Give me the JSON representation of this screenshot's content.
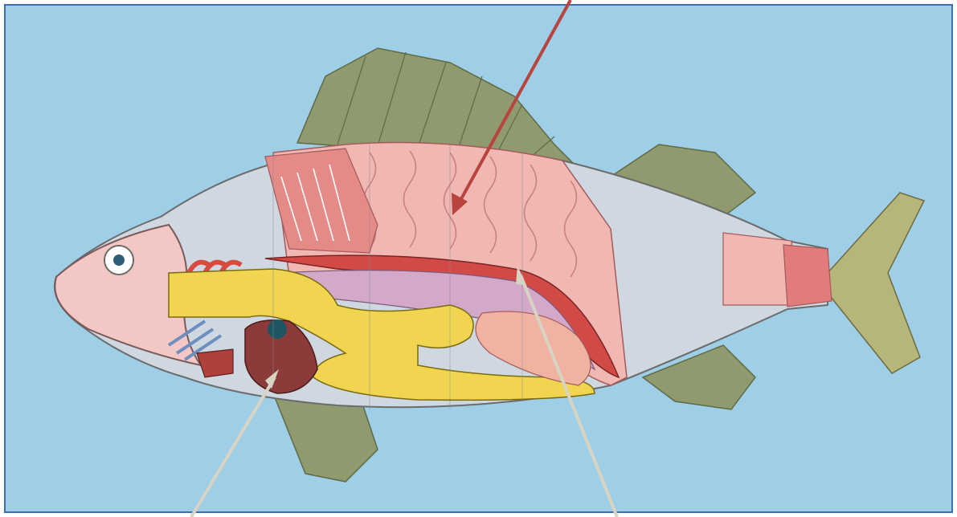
{
  "colors": {
    "background": "#9fcfe6",
    "frame_border": "#3a6fb0",
    "outer_white": "#ffffff",
    "red_arrow": "#b8433f",
    "grey_arrows": "#d8d4c4",
    "fin": "#8f9a6e",
    "scales": "#cfd8e0",
    "muscle": "#f0b7b3",
    "muscle_lines": "#c77f7f",
    "intestine": "#f1d44f",
    "kidney_band": "#d24a45",
    "swim_bladder": "#d3a8c8",
    "liver": "#8c3b3b",
    "gonad": "#f1b3a1",
    "head": "#f2c7c4",
    "gills": "#d84a3d",
    "eye": "#ffffff"
  },
  "labels": {
    "count": 3,
    "items": [
      {
        "id": "muscles",
        "arrow_color": "red"
      },
      {
        "id": "liver",
        "arrow_color": "grey"
      },
      {
        "id": "kidney",
        "arrow_color": "grey"
      }
    ]
  }
}
